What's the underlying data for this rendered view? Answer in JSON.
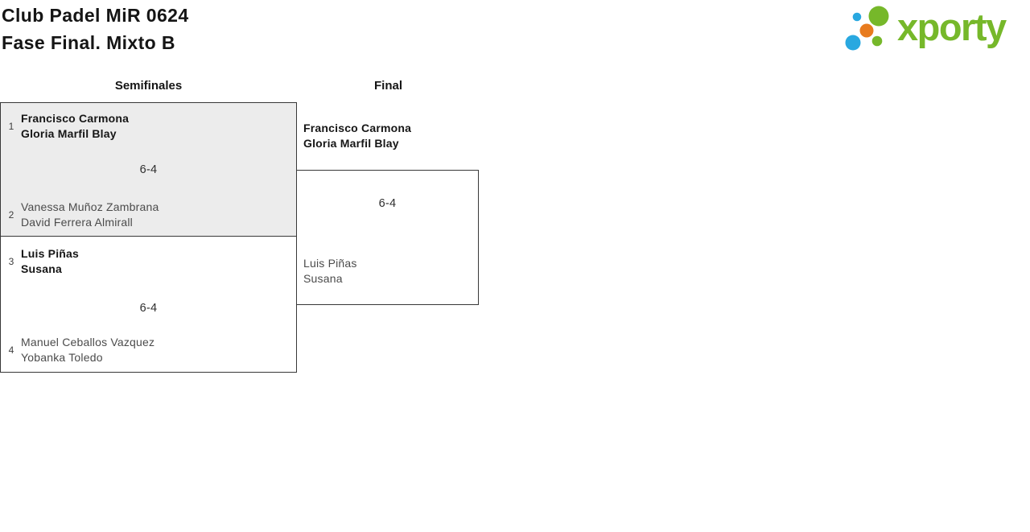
{
  "header": {
    "title_line1": "Club Padel MiR 0624",
    "title_line2": "Fase Final. Mixto B",
    "logo_text": "xporty",
    "logo_colors": {
      "green": "#76b82a",
      "blue": "#29a8e0",
      "orange": "#e87b1e"
    }
  },
  "bracket": {
    "rounds": [
      {
        "label": "Semifinales"
      },
      {
        "label": "Final"
      }
    ],
    "semifinals": [
      {
        "score": "6-4",
        "top": {
          "seed": "1",
          "players": [
            "Francisco Carmona",
            "Gloria Marfil Blay"
          ],
          "winner": true
        },
        "bottom": {
          "seed": "2",
          "players": [
            "Vanessa Muñoz Zambrana",
            "David Ferrera Almirall"
          ],
          "winner": false
        }
      },
      {
        "score": "6-4",
        "top": {
          "seed": "3",
          "players": [
            "Luis Piñas",
            "Susana"
          ],
          "winner": true
        },
        "bottom": {
          "seed": "4",
          "players": [
            "Manuel Ceballos Vazquez",
            "Yobanka Toledo"
          ],
          "winner": false
        }
      }
    ],
    "final": {
      "score": "6-4",
      "top": {
        "players": [
          "Francisco Carmona",
          "Gloria Marfil Blay"
        ],
        "winner": true
      },
      "bottom": {
        "players": [
          "Luis Piñas",
          "Susana"
        ],
        "winner": false
      }
    }
  }
}
